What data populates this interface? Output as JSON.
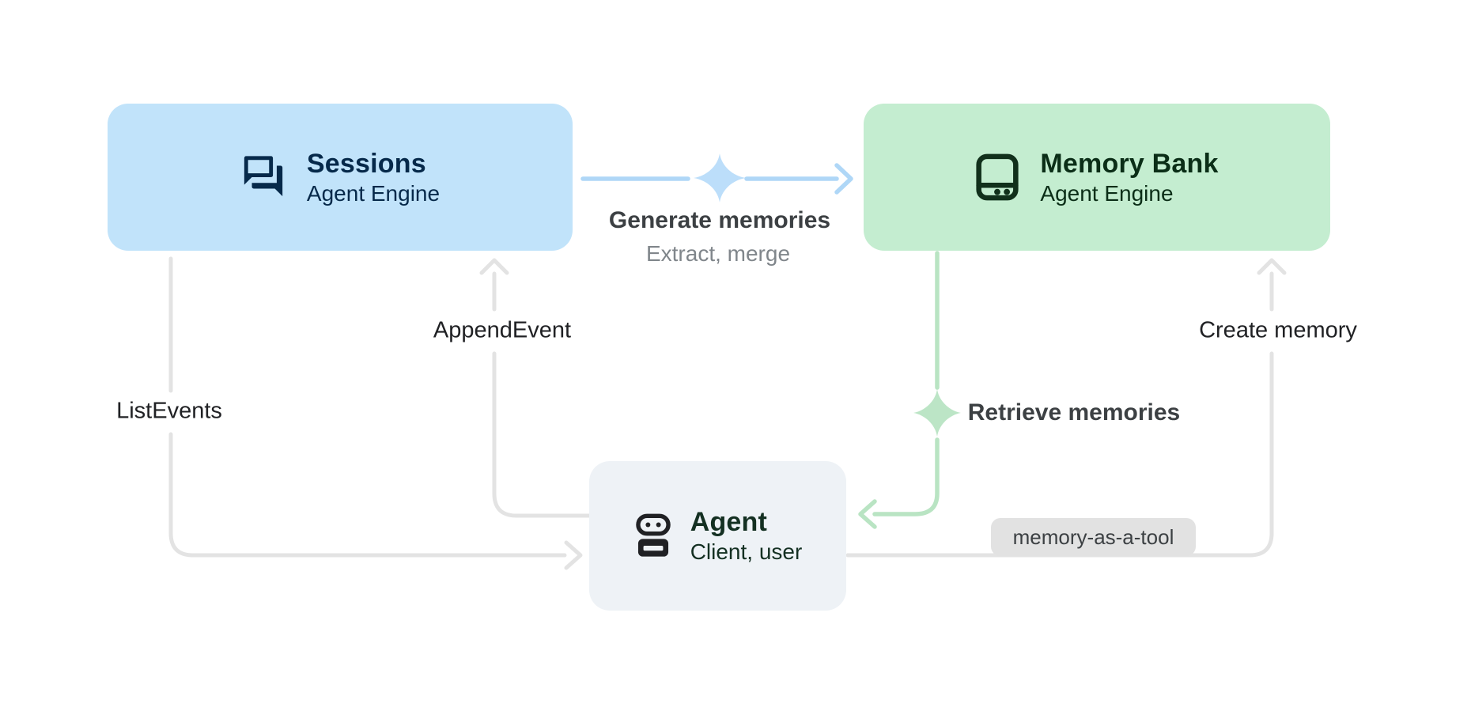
{
  "diagram": {
    "background": "#FFFFFF",
    "nodes": {
      "sessions": {
        "title": "Sessions",
        "subtitle": "Agent Engine",
        "icon": "forum-chat-icon",
        "bg": "#C1E3FA",
        "fg": "#06294A"
      },
      "memory_bank": {
        "title": "Memory Bank",
        "subtitle": "Agent Engine",
        "icon": "memory-storage-icon",
        "bg": "#C4EDD0",
        "fg": "#0B2E17"
      },
      "agent": {
        "title": "Agent",
        "subtitle": "Client, user",
        "icon": "robot-icon",
        "bg": "#EEF2F6",
        "fg": "#143022"
      }
    },
    "edges": {
      "generate_memories": {
        "label": "Generate memories",
        "sublabel": "Extract, merge",
        "from": "sessions",
        "to": "memory_bank",
        "color": "#AFD7F7",
        "sparkle": true
      },
      "append_event": {
        "label": "AppendEvent",
        "from": "agent",
        "to": "sessions",
        "color": "#E3E3E3"
      },
      "list_events": {
        "label": "ListEvents",
        "from": "sessions",
        "to": "agent",
        "color": "#E3E3E3"
      },
      "retrieve_memories": {
        "label": "Retrieve memories",
        "from": "memory_bank",
        "to": "agent",
        "color": "#B9E4C3",
        "sparkle": true
      },
      "create_memory": {
        "label": "Create memory",
        "from": "agent",
        "to": "memory_bank",
        "color": "#E3E3E3",
        "tag": "memory-as-a-tool"
      }
    },
    "tag_pill": {
      "label": "memory-as-a-tool",
      "bg": "#E2E2E2",
      "fg": "#3C4043"
    },
    "label_colors": {
      "api_label": "#202124",
      "emphasis_label": "#3C4043",
      "sublabel": "#80868B"
    }
  }
}
